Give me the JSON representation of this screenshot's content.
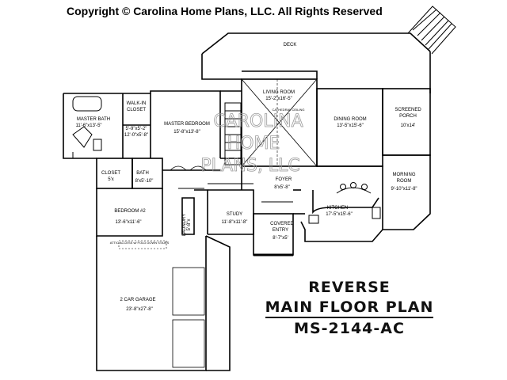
{
  "copyright": "Copyright © Carolina Home Plans, LLC. All Rights Reserved",
  "watermark": [
    "CAROLINA",
    "HOME",
    "PLANS, LLC"
  ],
  "title": {
    "line1": "REVERSE",
    "line2": "MAIN FLOOR PLAN",
    "line3": "MS-2144-AC"
  },
  "rooms": {
    "deck": {
      "name": "DECK"
    },
    "living_room": {
      "name": "LIVING ROOM",
      "dims": "15'-2\"x16'-5\"",
      "note": "CATHEDRAL CEILING"
    },
    "dining_room": {
      "name": "DINING ROOM",
      "dims": "13'-5\"x15'-6\""
    },
    "screened_porch": {
      "name1": "SCREENED",
      "name2": "PORCH",
      "dims": "10'x14'"
    },
    "master_bath": {
      "name": "MASTER BATH",
      "dims": "11'-6\"x13'-5\""
    },
    "walk_in_closet": {
      "name1": "WALK-IN",
      "name2": "CLOSET",
      "dims1": "5'-9\"x5'-2\"",
      "dims2": "12'-0\"x5'-8\""
    },
    "master_bedroom": {
      "name": "MASTER BEDROOM",
      "dims": "15'-8\"x13'-8\""
    },
    "closet": {
      "name": "CLOSET",
      "dims": "5'x"
    },
    "bath": {
      "name": "BATH",
      "dims": "8'x5'-10\""
    },
    "bedroom2": {
      "name": "BEDROOM #2",
      "dims": "13'-6\"x11'-6\""
    },
    "laundry": {
      "name": "LAUNDRY",
      "dims": "5'-8\"x"
    },
    "study": {
      "name": "STUDY",
      "dims": "11'-8\"x11'-8\""
    },
    "foyer": {
      "name": "FOYER",
      "dims": "8'x5'-8\""
    },
    "covered_entry": {
      "name1": "COVERED",
      "name2": "ENTRY",
      "dims": "8'-7\"x5'"
    },
    "kitchen": {
      "name": "KITCHEN",
      "dims": "17'-5\"x15'-6\""
    },
    "morning_room": {
      "name1": "MORNING",
      "name2": "ROOM",
      "dims": "9'-10\"x11'-8\""
    },
    "garage": {
      "name": "2 CAR GARAGE",
      "dims": "23'-8\"x27'-8\"",
      "note": "ATTIC ACCESS w/ FOLD DOWN STAIRS"
    }
  }
}
